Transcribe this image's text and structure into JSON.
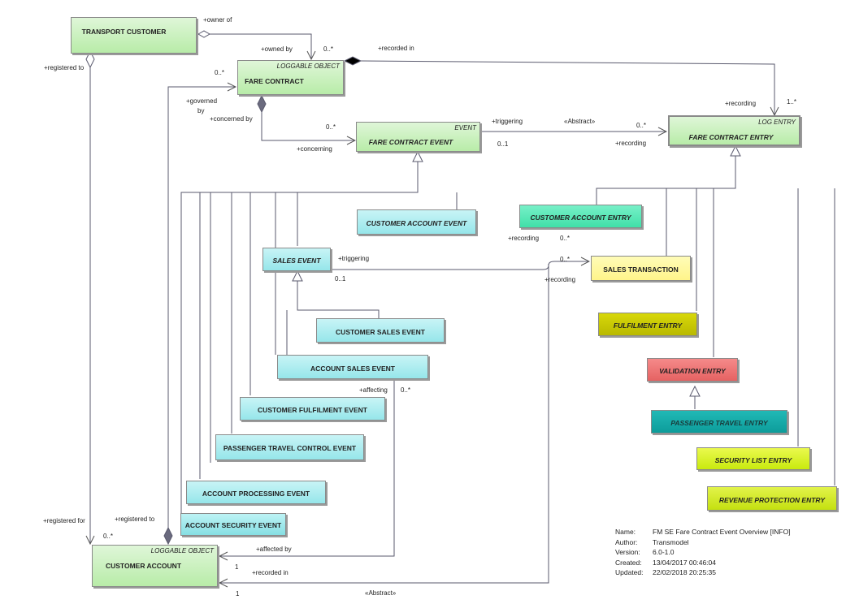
{
  "classes": {
    "transport_customer": {
      "name": "TRANSPORT CUSTOMER"
    },
    "fare_contract": {
      "stereotype": "LOGGABLE OBJECT",
      "name": "FARE CONTRACT"
    },
    "fare_contract_event": {
      "stereotype": "EVENT",
      "name": "FARE CONTRACT EVENT"
    },
    "fare_contract_entry": {
      "stereotype": "LOG ENTRY",
      "name": "FARE CONTRACT ENTRY"
    },
    "customer_account_event": {
      "name": "CUSTOMER ACCOUNT EVENT"
    },
    "customer_account_entry": {
      "name": "CUSTOMER ACCOUNT ENTRY"
    },
    "sales_event": {
      "name": "SALES EVENT"
    },
    "sales_transaction": {
      "name": "SALES TRANSACTION"
    },
    "customer_sales_event": {
      "name": "CUSTOMER SALES EVENT"
    },
    "account_sales_event": {
      "name": "ACCOUNT SALES EVENT"
    },
    "fulfilment_entry": {
      "name": "FULFILMENT ENTRY"
    },
    "validation_entry": {
      "name": "VALIDATION ENTRY"
    },
    "customer_fulfilment_event": {
      "name": "CUSTOMER FULFILMENT EVENT"
    },
    "passenger_travel_entry": {
      "name": "PASSENGER TRAVEL ENTRY"
    },
    "passenger_travel_control_event": {
      "name": "PASSENGER TRAVEL CONTROL EVENT"
    },
    "security_list_entry": {
      "name": "SECURITY LIST ENTRY"
    },
    "account_processing_event": {
      "name": "ACCOUNT PROCESSING EVENT"
    },
    "revenue_protection_entry": {
      "name": "REVENUE PROTECTION ENTRY"
    },
    "account_security_event": {
      "name": "ACCOUNT SECURITY EVENT"
    },
    "customer_account": {
      "stereotype": "LOGGABLE OBJECT",
      "name": "CUSTOMER ACCOUNT"
    }
  },
  "labels": {
    "owner_of": "+owner of",
    "owned_by": "+owned by",
    "mult_owned": "0..*",
    "recorded_in_top": "+recorded in",
    "registered_to_tc": "+registered to",
    "mult_fc_left": "0..*",
    "governed_by_1": "+governed",
    "governed_by_2": "by",
    "concerned_by": "+concerned by",
    "mult_fce": "0..*",
    "concerning": "+concerning",
    "triggering_top": "+triggering",
    "abstract_top": "«Abstract»",
    "mult_fcentry_left": "0..*",
    "mult_01_top": "0..1",
    "recording_fce": "+recording",
    "recording_top": "+recording",
    "mult_1star": "1..*",
    "recording_cae": "+recording",
    "mult_cae": "0..*",
    "triggering_sales": "+triggering",
    "mult_st": "0..*",
    "mult_01_sales": "0..1",
    "recording_st": "+recording",
    "affecting": "+affecting",
    "mult_affecting": "0..*",
    "registered_for": "+registered for",
    "mult_ca": "0..*",
    "registered_to_ca": "+registered to",
    "affected_by": "+affected by",
    "mult_1_a": "1",
    "recorded_in_bottom": "+recorded in",
    "mult_1_b": "1",
    "abstract_bottom": "«Abstract»"
  },
  "metadata": {
    "name_label": "Name:",
    "name": "FM SE Fare Contract Event Overview [INFO]",
    "author_label": "Author:",
    "author": "Transmodel",
    "version_label": "Version:",
    "version": "6.0-1.0",
    "created_label": "Created:",
    "created": "13/04/2017 00:46:04",
    "updated_label": "Updated:",
    "updated": "22/02/2018 20:25:35"
  }
}
